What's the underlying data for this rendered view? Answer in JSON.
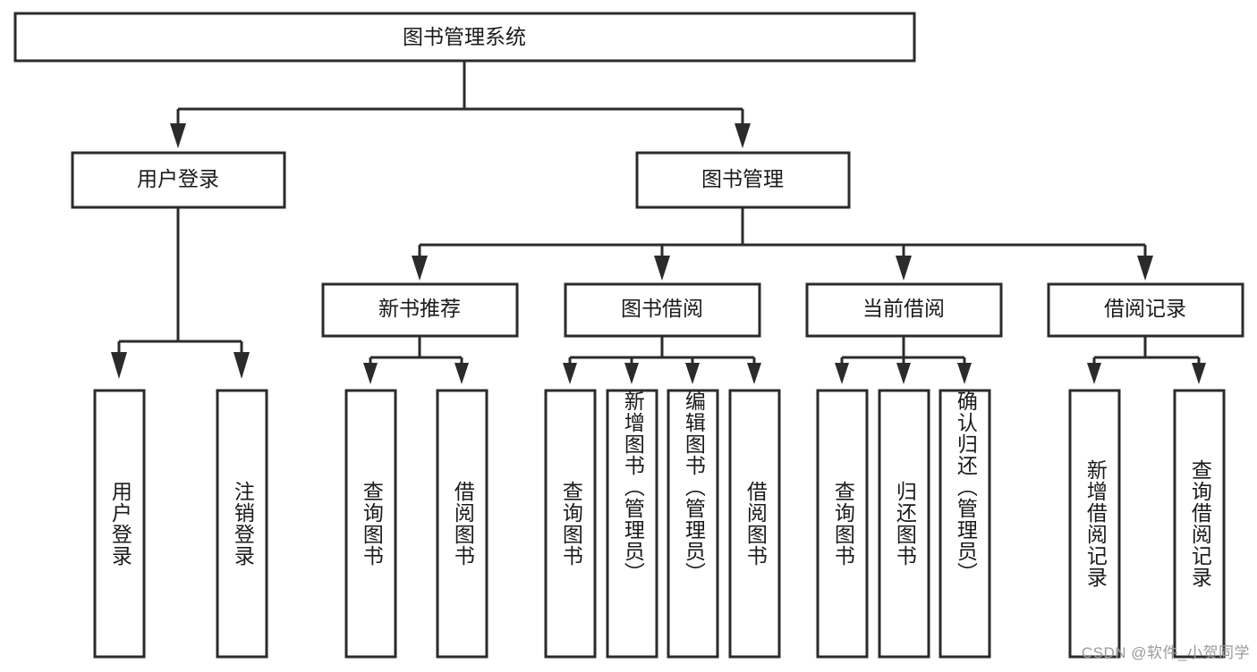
{
  "diagram": {
    "type": "tree",
    "title": "图书管理系统",
    "watermark": "CSDN @软件_小贺同学",
    "colors": {
      "box_stroke": "#2b2b2b",
      "box_fill": "#ffffff",
      "text": "#1a1a1a",
      "connector": "#2b2b2b",
      "watermark": "#9a9a9a",
      "background": "#ffffff"
    },
    "root": {
      "label": "图书管理系统"
    },
    "level2": [
      {
        "label": "用户登录"
      },
      {
        "label": "图书管理"
      }
    ],
    "level3": [
      {
        "label": "新书推荐"
      },
      {
        "label": "图书借阅"
      },
      {
        "label": "当前借阅"
      },
      {
        "label": "借阅记录"
      }
    ],
    "leaves": {
      "user_login": [
        {
          "label": "用户登录"
        },
        {
          "label": "注销登录"
        }
      ],
      "new_book": [
        {
          "label": "查询图书"
        },
        {
          "label": "借阅图书"
        }
      ],
      "book_borrow": [
        {
          "label": "查询图书"
        },
        {
          "label": "新增图书（管理员）"
        },
        {
          "label": "编辑图书（管理员）"
        },
        {
          "label": "借阅图书"
        }
      ],
      "current_borrow": [
        {
          "label": "查询图书"
        },
        {
          "label": "归还图书"
        },
        {
          "label": "确认归还（管理员）"
        }
      ],
      "borrow_record": [
        {
          "label": "新增借阅记录"
        },
        {
          "label": "查询借阅记录"
        }
      ]
    }
  }
}
